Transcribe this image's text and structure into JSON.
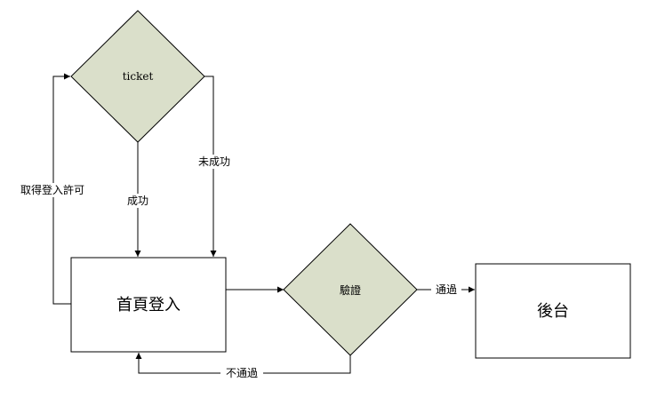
{
  "nodes": {
    "ticket": {
      "label": "ticket",
      "shape": "diamond",
      "color": "#dadfca"
    },
    "home_login": {
      "label": "首頁登入",
      "shape": "rectangle"
    },
    "verify": {
      "label": "驗證",
      "shape": "diamond",
      "color": "#dadfca"
    },
    "backend": {
      "label": "後台",
      "shape": "rectangle"
    }
  },
  "edges": {
    "get_permission": {
      "from": "首頁登入",
      "to": "ticket",
      "label": "取得登入許可"
    },
    "success": {
      "from": "ticket",
      "to": "首頁登入",
      "label": "成功"
    },
    "fail": {
      "from": "ticket",
      "to": "首頁登入",
      "label": "未成功"
    },
    "login_to_verify": {
      "from": "首頁登入",
      "to": "驗證",
      "label": ""
    },
    "pass": {
      "from": "驗證",
      "to": "後台",
      "label": "通過"
    },
    "not_pass": {
      "from": "驗證",
      "to": "首頁登入",
      "label": "不通過"
    }
  }
}
